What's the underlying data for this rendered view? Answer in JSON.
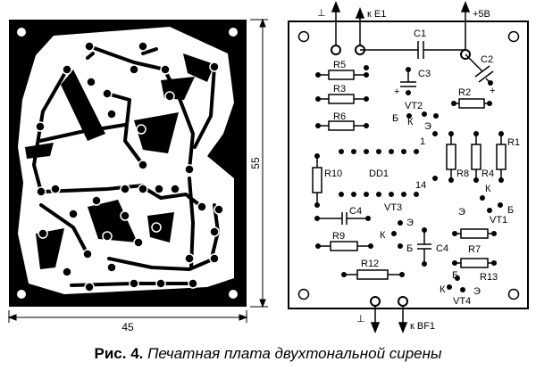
{
  "caption": {
    "prefix": "Рис. 4.",
    "text": "Печатная плата двухтональной сирены"
  },
  "dimensions": {
    "width": "45",
    "height": "55"
  },
  "terminals": {
    "top_ground": "⊥",
    "top_e1": "к E1",
    "top_plus5v": "+5В",
    "bottom_ground": "⊥",
    "bottom_bf1": "к BF1"
  },
  "components": {
    "c1": "C1",
    "c2": "C2",
    "c3": "C3",
    "c4a": "C4",
    "c4b": "C4",
    "r1": "R1",
    "r2": "R2",
    "r3": "R3",
    "r4": "R4",
    "r5": "R5",
    "r6": "R6",
    "r7": "R7",
    "r8": "R8",
    "r9": "R9",
    "r10": "R10",
    "r12": "R12",
    "r13": "R13",
    "dd1": "DD1",
    "vt1": "VT1",
    "vt2": "VT2",
    "vt3": "VT3",
    "vt4": "VT4",
    "pin1": "1",
    "pin14": "14",
    "plus_c3": "+",
    "plus_c2": "+"
  },
  "pins": {
    "vt2_b": "Б",
    "vt2_k": "К",
    "vt2_e": "Э",
    "vt1_k": "К",
    "vt1_e": "Э",
    "vt1_b": "Б",
    "vt3_e": "Э",
    "vt3_k": "К",
    "vt3_b": "Б",
    "vt4_b": "Б",
    "vt4_k": "К",
    "vt4_e": "Э"
  }
}
